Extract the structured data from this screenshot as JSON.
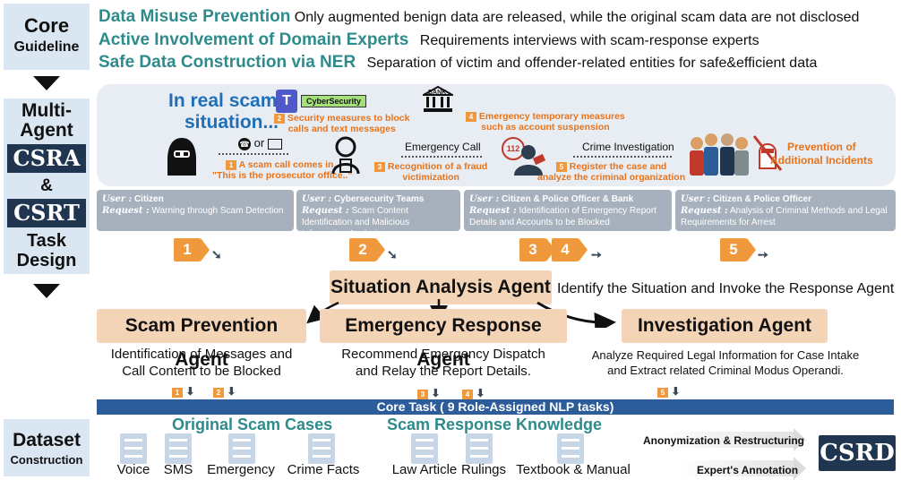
{
  "sidebar": {
    "core_guideline": {
      "line1": "Core",
      "line2": "Guideline"
    },
    "multi_agent": {
      "line1": "Multi-",
      "line2": "Agent"
    },
    "csra": "CSRA",
    "amp": "&",
    "csrt": "CSRT",
    "task_design": {
      "line1": "Task",
      "line2": "Design"
    },
    "dataset": {
      "line1": "Dataset",
      "line2": "Construction"
    }
  },
  "guidelines": [
    {
      "title": "Data Misuse Prevention",
      "desc": "Only augmented benign data are released, while the original scam data are not disclosed"
    },
    {
      "title": "Active Involvement of Domain Experts",
      "desc": "Requirements interviews with scam-response experts"
    },
    {
      "title": "Safe Data Construction via NER",
      "desc": "Separation of victim and offender-related entities for safe&efficient data"
    }
  ],
  "scenario": {
    "heading_line1": "In real scam",
    "heading_line2": "situation...",
    "phone_or": "or",
    "cyber_label": "CyberSecurity",
    "bank_label": "BANK",
    "call_label": "112",
    "events": [
      {
        "num": "1",
        "line1": "A scam call comes in..",
        "line2": "\"This is the prosecutor office..\""
      },
      {
        "num": "2",
        "line1": "Security measures to block",
        "line2": "calls and text messages"
      },
      {
        "num": "3",
        "line1": "Recognition of a fraud",
        "line2": "victimization"
      },
      {
        "num": "4",
        "line1": "Emergency temporary measures",
        "line2": "such as account suspension"
      },
      {
        "num": "5",
        "line1": "Register the case and",
        "line2": "analyze the criminal organization"
      }
    ],
    "emergency_call": "Emergency Call",
    "crime_investigation": "Crime Investigation",
    "prevention": {
      "line1": "Prevention of",
      "line2": "Additional Incidents"
    }
  },
  "cards": [
    {
      "user_key": "User :",
      "user": "Citizen",
      "request_key": "Request :",
      "request": "Warning through Scam Detection"
    },
    {
      "user_key": "User :",
      "user": "Cybersecurity Teams",
      "request_key": "Request :",
      "request": "Scam Content Identification and Malicious Information Analysis"
    },
    {
      "user_key": "User :",
      "user": "Citizen & Police Officer & Bank",
      "request_key": "Request :",
      "request": "Identification of Emergency Report Details and Accounts to be Blocked"
    },
    {
      "user_key": "User :",
      "user": "Citizen & Police Officer",
      "request_key": "Request :",
      "request": "Analysis of Criminal Methods and Legal Requirements for Arrest"
    }
  ],
  "badges": [
    "1",
    "2",
    "3",
    "4",
    "5"
  ],
  "agents": {
    "situation": {
      "name": "Situation Analysis Agent",
      "desc": "Identify the Situation and Invoke the Response Agent"
    },
    "scam_prevention": {
      "name": "Scam Prevention Agent",
      "desc_line1": "Identification of Messages and",
      "desc_line2": "Call Content to be Blocked"
    },
    "emergency": {
      "name": "Emergency Response Agent",
      "desc_line1": "Recommend Emergency Dispatch",
      "desc_line2": "and Relay the Report Details."
    },
    "investigation": {
      "name": "Investigation Agent",
      "desc_line1": "Analyze Required Legal Information for Case Intake",
      "desc_line2": "and Extract related Criminal Modus Operandi."
    }
  },
  "core_task": "Core Task ( 9 Role-Assigned NLP tasks)",
  "dataset": {
    "original_title": "Original Scam Cases",
    "knowledge_title": "Scam Response Knowledge",
    "original_items": [
      "Voice",
      "SMS",
      "Emergency",
      "Crime Facts"
    ],
    "knowledge_items": [
      "Law Article",
      "Rulings",
      "Textbook & Manual"
    ],
    "anonymization": "Anonymization & Restructuring",
    "annotation": "Expert's Annotation",
    "csrd": "CSRD"
  },
  "colors": {
    "accent_orange": "#e8731a",
    "teal": "#2e8b8b",
    "navy": "#1f3550",
    "core_task_blue": "#2c5d9a",
    "agent_fill": "#f4d4b6"
  }
}
